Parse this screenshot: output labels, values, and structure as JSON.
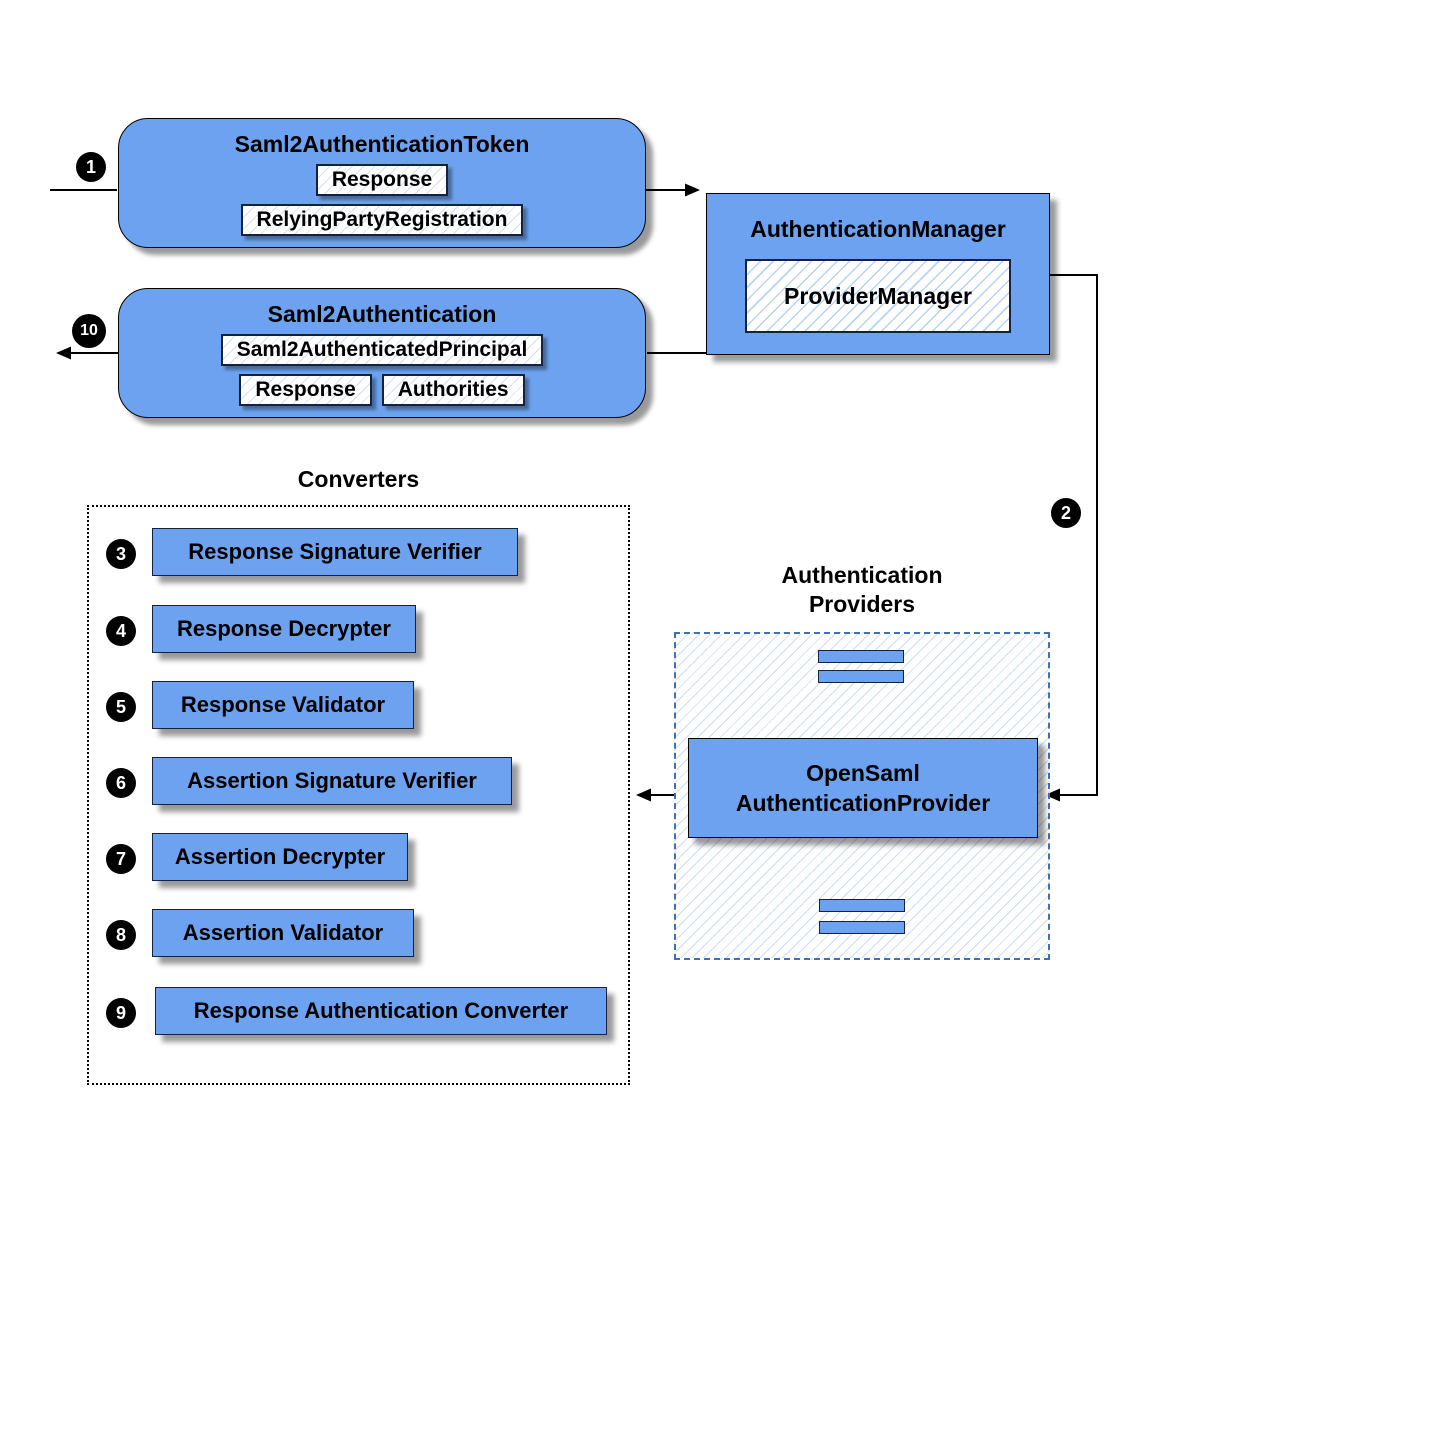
{
  "colors": {
    "node_blue": "#6ca2ef",
    "hatch_blue": "#b8d3f2",
    "border_dark": "#15223f"
  },
  "token_box": {
    "title": "Saml2AuthenticationToken",
    "chip_response": "Response",
    "chip_relying_party_registration": "RelyingPartyRegistration"
  },
  "auth_manager": {
    "title": "AuthenticationManager",
    "provider_manager": "ProviderManager"
  },
  "saml2_authentication": {
    "title": "Saml2Authentication",
    "chip_principal": "Saml2AuthenticatedPrincipal",
    "chip_response": "Response",
    "chip_authorities": "Authorities"
  },
  "steps": {
    "s1": "1",
    "s2": "2",
    "s10": "10"
  },
  "converters": {
    "label": "Converters",
    "items": [
      {
        "num": "3",
        "label": "Response Signature Verifier"
      },
      {
        "num": "4",
        "label": "Response Decrypter"
      },
      {
        "num": "5",
        "label": "Response Validator"
      },
      {
        "num": "6",
        "label": "Assertion Signature Verifier"
      },
      {
        "num": "7",
        "label": "Assertion Decrypter"
      },
      {
        "num": "8",
        "label": "Assertion Validator"
      },
      {
        "num": "9",
        "label": "Response Authentication Converter"
      }
    ]
  },
  "providers": {
    "label_line1": "Authentication",
    "label_line2": "Providers",
    "main_line1": "OpenSaml",
    "main_line2": "AuthenticationProvider"
  }
}
